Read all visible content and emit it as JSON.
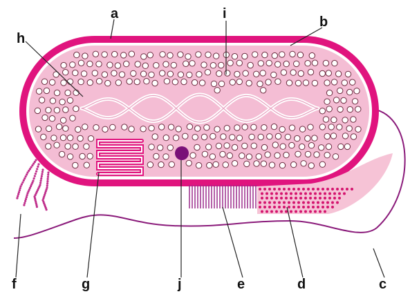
{
  "labels": {
    "a": "a",
    "b": "b",
    "c": "c",
    "d": "d",
    "e": "e",
    "f": "f",
    "g": "g",
    "h": "h",
    "i": "i",
    "j": "j"
  },
  "colors": {
    "cell_wall": "#e0147e",
    "membrane": "#f2a6c8",
    "cytoplasm": "#f4bdd4",
    "granule_fill": "#ffffff",
    "granule_stroke": "#6b2a3e",
    "dna_loop": "#ffffff",
    "mesosome": "#e0147e",
    "inclusion": "#7a1078",
    "flagellum": "#8a1a7a",
    "pili": "#9a2a8a",
    "capsule_fill": "#f6c3d6",
    "capsule_dots": "#d4146e",
    "fimbriae": "#c0308c",
    "leader_line": "#222222"
  }
}
